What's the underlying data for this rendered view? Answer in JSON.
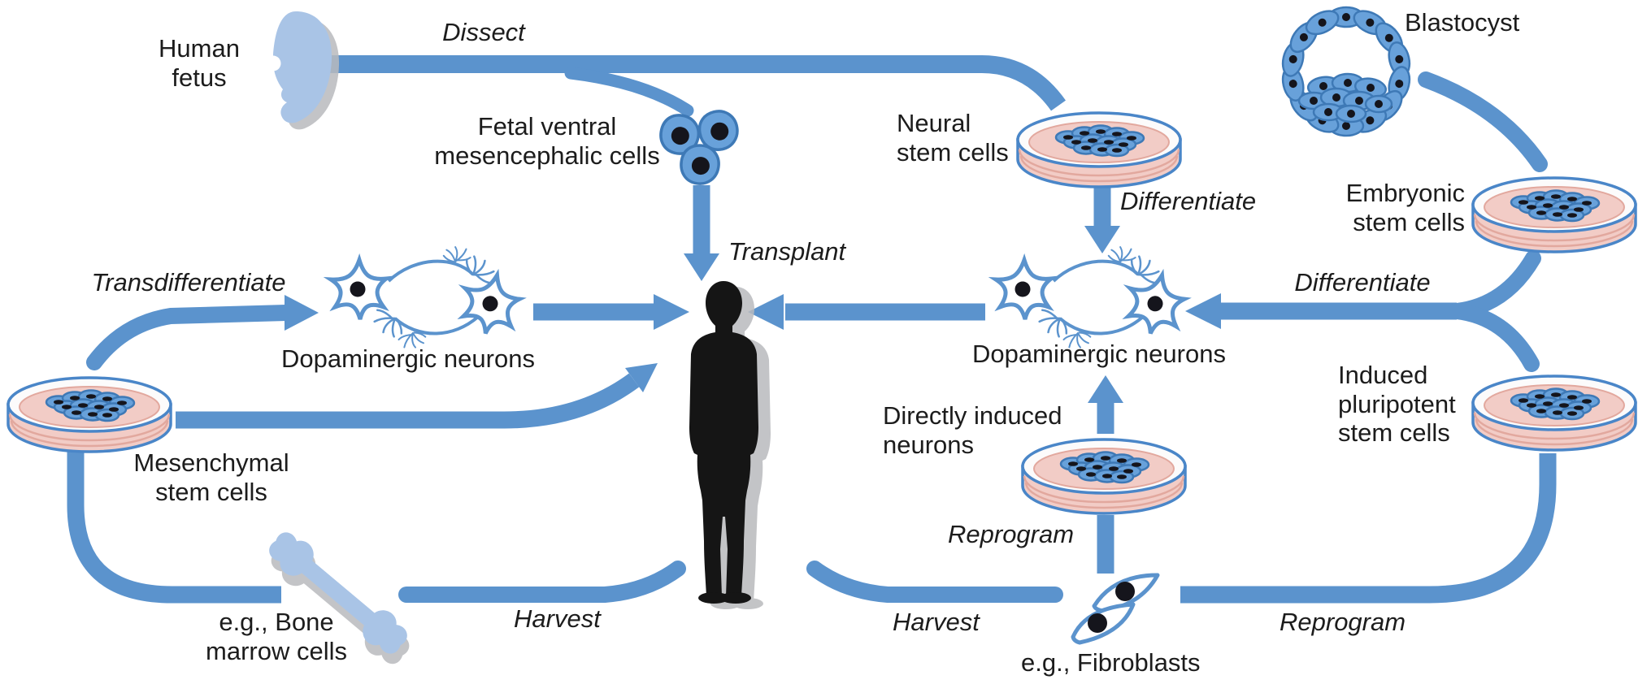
{
  "labels": {
    "human_fetus": "Human\nfetus",
    "dissect": "Dissect",
    "fetal_vm_cells": "Fetal ventral\nmesencephalic cells",
    "neural_stem_cells": "Neural\nstem cells",
    "blastocyst": "Blastocyst",
    "differentiate_mid": "Differentiate",
    "embryonic_stem_cells": "Embryonic\nstem cells",
    "transplant": "Transplant",
    "transdifferentiate": "Transdifferentiate",
    "differentiate_right": "Differentiate",
    "dopaminergic_left": "Dopaminergic neurons",
    "dopaminergic_right": "Dopaminergic neurons",
    "induced_pluripotent": "Induced\npluripotent\nstem cells",
    "mesenchymal": "Mesenchymal\nstem cells",
    "directly_induced": "Directly induced\nneurons",
    "reprogram_center": "Reprogram",
    "bone_marrow": "e.g., Bone\nmarrow cells",
    "harvest_left": "Harvest",
    "harvest_right": "Harvest",
    "fibroblasts": "e.g., Fibroblasts",
    "reprogram_right": "Reprogram"
  },
  "icons": [
    "fetus-icon",
    "blastocyst-icon",
    "petri-dish-icon",
    "neuron-pair-icon",
    "cell-cluster-icon",
    "bone-icon",
    "fibroblast-icon",
    "human-silhouette-icon"
  ],
  "edges": [
    {
      "from": "Human fetus",
      "process": "Dissect",
      "to": "Fetal ventral mesencephalic cells"
    },
    {
      "from": "Human fetus",
      "process": "Dissect",
      "to": "Neural stem cells"
    },
    {
      "from": "Fetal ventral mesencephalic cells",
      "process": "Transplant",
      "to": "human figure"
    },
    {
      "from": "Neural stem cells",
      "process": "Differentiate",
      "to": "Dopaminergic neurons (right)"
    },
    {
      "from": "Blastocyst",
      "process": "",
      "to": "Embryonic stem cells"
    },
    {
      "from": "Embryonic stem cells",
      "process": "Differentiate",
      "to": "Dopaminergic neurons (right)"
    },
    {
      "from": "Induced pluripotent stem cells",
      "process": "Differentiate",
      "to": "Dopaminergic neurons (right)"
    },
    {
      "from": "Dopaminergic neurons (right)",
      "process": "",
      "to": "human figure"
    },
    {
      "from": "Dopaminergic neurons (left)",
      "process": "",
      "to": "human figure"
    },
    {
      "from": "human figure",
      "process": "Harvest",
      "to": "e.g., Bone marrow cells"
    },
    {
      "from": "e.g., Bone marrow cells",
      "process": "",
      "to": "Mesenchymal stem cells"
    },
    {
      "from": "Mesenchymal stem cells",
      "process": "Transdifferentiate",
      "to": "Dopaminergic neurons (left)"
    },
    {
      "from": "Mesenchymal stem cells",
      "process": "",
      "to": "human figure"
    },
    {
      "from": "human figure",
      "process": "Harvest",
      "to": "e.g., Fibroblasts"
    },
    {
      "from": "e.g., Fibroblasts",
      "process": "Reprogram",
      "to": "Directly induced neurons"
    },
    {
      "from": "e.g., Fibroblasts",
      "process": "Reprogram",
      "to": "Induced pluripotent stem cells"
    },
    {
      "from": "Directly induced neurons",
      "process": "",
      "to": "Dopaminergic neurons (right)"
    }
  ],
  "colors": {
    "arrow": "#5b93cd",
    "icon_blue": "#a9c4e6",
    "cell_fill": "#68a1da",
    "cell_outline": "#3e79b6",
    "dish_fill": "#f2ccc6",
    "dish_rim": "#4a86c8",
    "medium_line": "#e2a89e",
    "silhouette": "#151515",
    "shadow": "#b9babd",
    "text": "#1c1c1c"
  }
}
